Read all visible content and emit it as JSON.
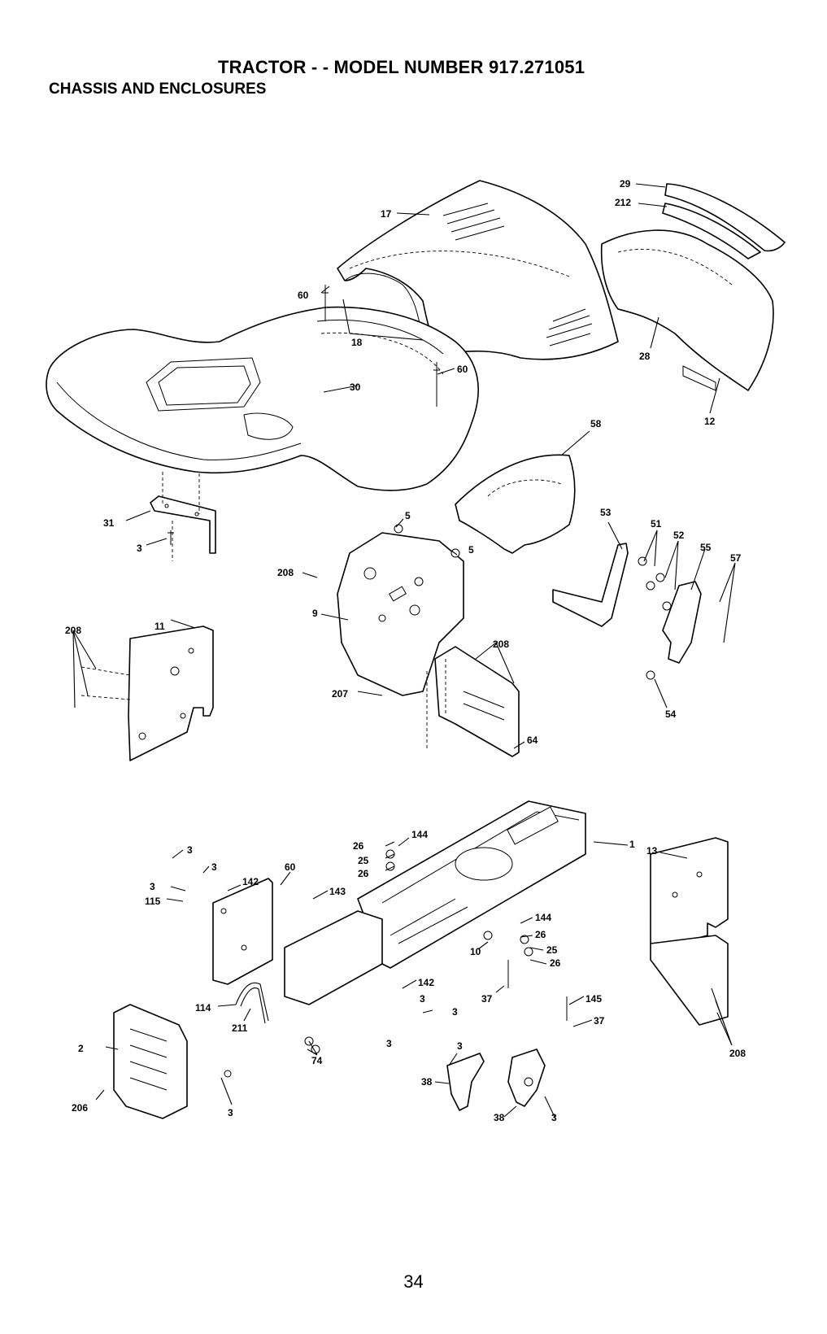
{
  "header": {
    "title": "TRACTOR - - MODEL NUMBER 917.271051",
    "subtitle": "CHASSIS AND ENCLOSURES"
  },
  "footer": {
    "page_number": "34"
  },
  "callouts": [
    {
      "id": "c17",
      "text": "17"
    },
    {
      "id": "c29",
      "text": "29"
    },
    {
      "id": "c212",
      "text": "212"
    },
    {
      "id": "c60a",
      "text": "60"
    },
    {
      "id": "c18",
      "text": "18"
    },
    {
      "id": "c60b",
      "text": "60"
    },
    {
      "id": "c30",
      "text": "30"
    },
    {
      "id": "c28",
      "text": "28"
    },
    {
      "id": "c12",
      "text": "12"
    },
    {
      "id": "c58",
      "text": "58"
    },
    {
      "id": "c31",
      "text": "31"
    },
    {
      "id": "c3a",
      "text": "3"
    },
    {
      "id": "c5a",
      "text": "5"
    },
    {
      "id": "c5b",
      "text": "5"
    },
    {
      "id": "c208a",
      "text": "208"
    },
    {
      "id": "c53",
      "text": "53"
    },
    {
      "id": "c51",
      "text": "51"
    },
    {
      "id": "c52",
      "text": "52"
    },
    {
      "id": "c55",
      "text": "55"
    },
    {
      "id": "c57",
      "text": "57"
    },
    {
      "id": "c9",
      "text": "9"
    },
    {
      "id": "c208b",
      "text": "208"
    },
    {
      "id": "c11",
      "text": "11"
    },
    {
      "id": "c208c",
      "text": "208"
    },
    {
      "id": "c207",
      "text": "207"
    },
    {
      "id": "c54",
      "text": "54"
    },
    {
      "id": "c64",
      "text": "64"
    },
    {
      "id": "c144a",
      "text": "144"
    },
    {
      "id": "c26a",
      "text": "26"
    },
    {
      "id": "c25a",
      "text": "25"
    },
    {
      "id": "c26b",
      "text": "26"
    },
    {
      "id": "c1",
      "text": "1"
    },
    {
      "id": "c13",
      "text": "13"
    },
    {
      "id": "c3b",
      "text": "3"
    },
    {
      "id": "c3c",
      "text": "3"
    },
    {
      "id": "c60c",
      "text": "60"
    },
    {
      "id": "c142a",
      "text": "142"
    },
    {
      "id": "c3d",
      "text": "3"
    },
    {
      "id": "c143",
      "text": "143"
    },
    {
      "id": "c115",
      "text": "115"
    },
    {
      "id": "c144b",
      "text": "144"
    },
    {
      "id": "c26c",
      "text": "26"
    },
    {
      "id": "c10",
      "text": "10"
    },
    {
      "id": "c25b",
      "text": "25"
    },
    {
      "id": "c26d",
      "text": "26"
    },
    {
      "id": "c142b",
      "text": "142"
    },
    {
      "id": "c3e",
      "text": "3"
    },
    {
      "id": "c3f",
      "text": "3"
    },
    {
      "id": "c37a",
      "text": "37"
    },
    {
      "id": "c145",
      "text": "145"
    },
    {
      "id": "c37b",
      "text": "37"
    },
    {
      "id": "c114",
      "text": "114"
    },
    {
      "id": "c211",
      "text": "211"
    },
    {
      "id": "c3g",
      "text": "3"
    },
    {
      "id": "c2",
      "text": "2"
    },
    {
      "id": "c74",
      "text": "74"
    },
    {
      "id": "c3h",
      "text": "3"
    },
    {
      "id": "c38a",
      "text": "38"
    },
    {
      "id": "c208d",
      "text": "208"
    },
    {
      "id": "c206",
      "text": "206"
    },
    {
      "id": "c3i",
      "text": "3"
    },
    {
      "id": "c38b",
      "text": "38"
    },
    {
      "id": "c3j",
      "text": "3"
    }
  ]
}
